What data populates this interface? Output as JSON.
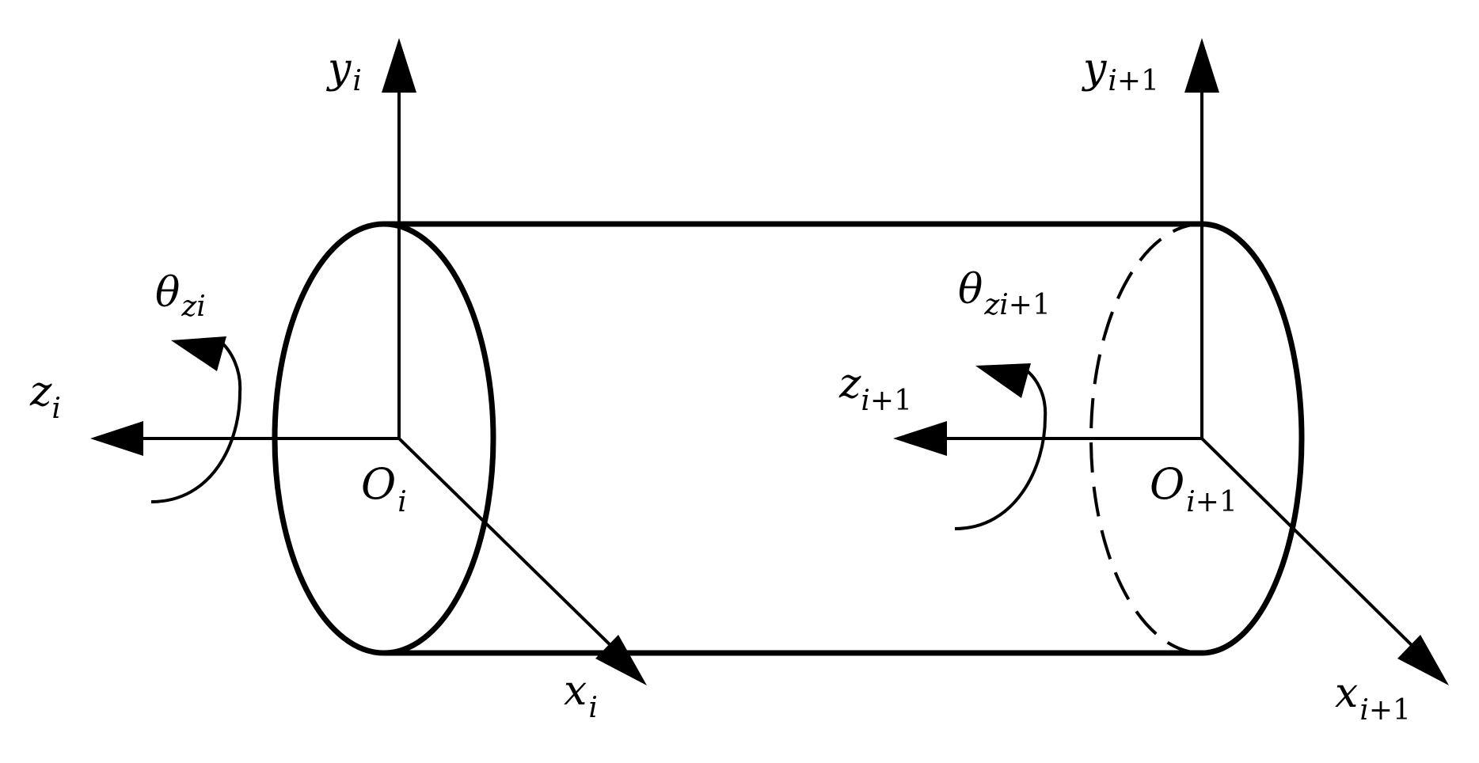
{
  "labels": {
    "y_i": {
      "main": "y",
      "sub": "i"
    },
    "y_i1": {
      "main": "y",
      "sub_i": "i",
      "sub_rest": "+1"
    },
    "theta_zi": {
      "main": "θ",
      "sub": "zi"
    },
    "theta_zi1": {
      "main": "θ",
      "sub_zi": "zi",
      "sub_rest": "+1"
    },
    "z_i": {
      "main": "z",
      "sub": "i"
    },
    "z_i1": {
      "main": "z",
      "sub_i": "i",
      "sub_rest": "+1"
    },
    "o_i": {
      "main": "O",
      "sub": "i"
    },
    "o_i1": {
      "main": "O",
      "sub_i": "i",
      "sub_rest": "+1"
    },
    "x_i": {
      "main": "x",
      "sub": "i"
    },
    "x_i1": {
      "main": "x",
      "sub_i": "i",
      "sub_rest": "+1"
    }
  },
  "colors": {
    "stroke": "#000000",
    "background": "#ffffff"
  }
}
